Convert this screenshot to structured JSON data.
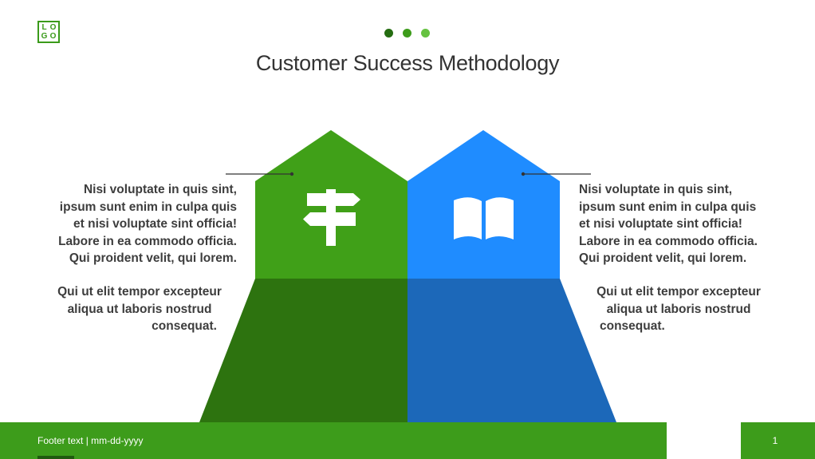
{
  "logo": {
    "l1": "L",
    "l2": "O",
    "l3": "G",
    "l4": "O"
  },
  "dots": [
    "#256d11",
    "#3d9c1b",
    "#66c241"
  ],
  "title": "Customer Success Methodology",
  "colors": {
    "green_light": "#40a018",
    "green_dark": "#2d730f",
    "blue_light": "#1f8cff",
    "blue_dark": "#1c68b9"
  },
  "icons": {
    "left": "signpost-icon",
    "right": "open-book-icon"
  },
  "left_text": {
    "p1": [
      "Nisi voluptate in quis sint,",
      "ipsum sunt enim in culpa quis",
      "et nisi voluptate sint officia!",
      "Labore in ea commodo officia.",
      "Qui proident velit, qui lorem."
    ],
    "p2": [
      "Qui ut elit tempor excepteur",
      "aliqua ut laboris nostrud",
      "consequat."
    ]
  },
  "right_text": {
    "p1": [
      "Nisi voluptate in quis sint,",
      "ipsum sunt enim in culpa quis",
      "et nisi voluptate sint officia!",
      "Labore in ea commodo officia.",
      "Qui proident velit, qui lorem."
    ],
    "p2": [
      "Qui ut elit tempor excepteur",
      "aliqua ut laboris nostrud",
      "consequat."
    ]
  },
  "footer": {
    "text": "Footer text | mm-dd-yyyy",
    "page": "1"
  }
}
